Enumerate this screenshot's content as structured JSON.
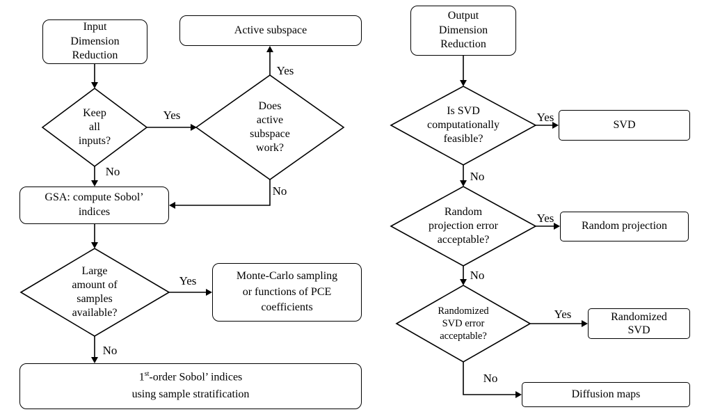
{
  "diagram": {
    "nodes": {
      "input_dr": "Input\nDimension\nReduction",
      "keep_inputs": "Keep\nall\ninputs?",
      "active_subspace": "Active subspace",
      "active_subspace_work": "Does\nactive\nsubspace\nwork?",
      "gsa": "GSA: compute Sobol’\nindices",
      "large_samples": "Large\namount of\nsamples\navailable?",
      "monte_carlo": "Monte-Carlo sampling\nor functions of PCE\ncoefficients",
      "sobol_line1_pre": "1",
      "sobol_sup": "st",
      "sobol_line1_post": "-order Sobol’ indices",
      "sobol_line2": "using sample stratification",
      "output_dr": "Output\nDimension\nReduction",
      "svd_feasible": "Is SVD\ncomputationally\nfeasible?",
      "svd": "SVD",
      "rp_error": "Random\nprojection error\nacceptable?",
      "random_projection": "Random projection",
      "rsvd_error": "Randomized\nSVD error\nacceptable?",
      "randomized_svd": "Randomized\nSVD",
      "diffusion_maps": "Diffusion maps"
    },
    "labels": {
      "yes": "Yes",
      "no": "No"
    },
    "colors": {
      "stroke": "#000000",
      "background": "#ffffff",
      "text": "#000000"
    }
  }
}
